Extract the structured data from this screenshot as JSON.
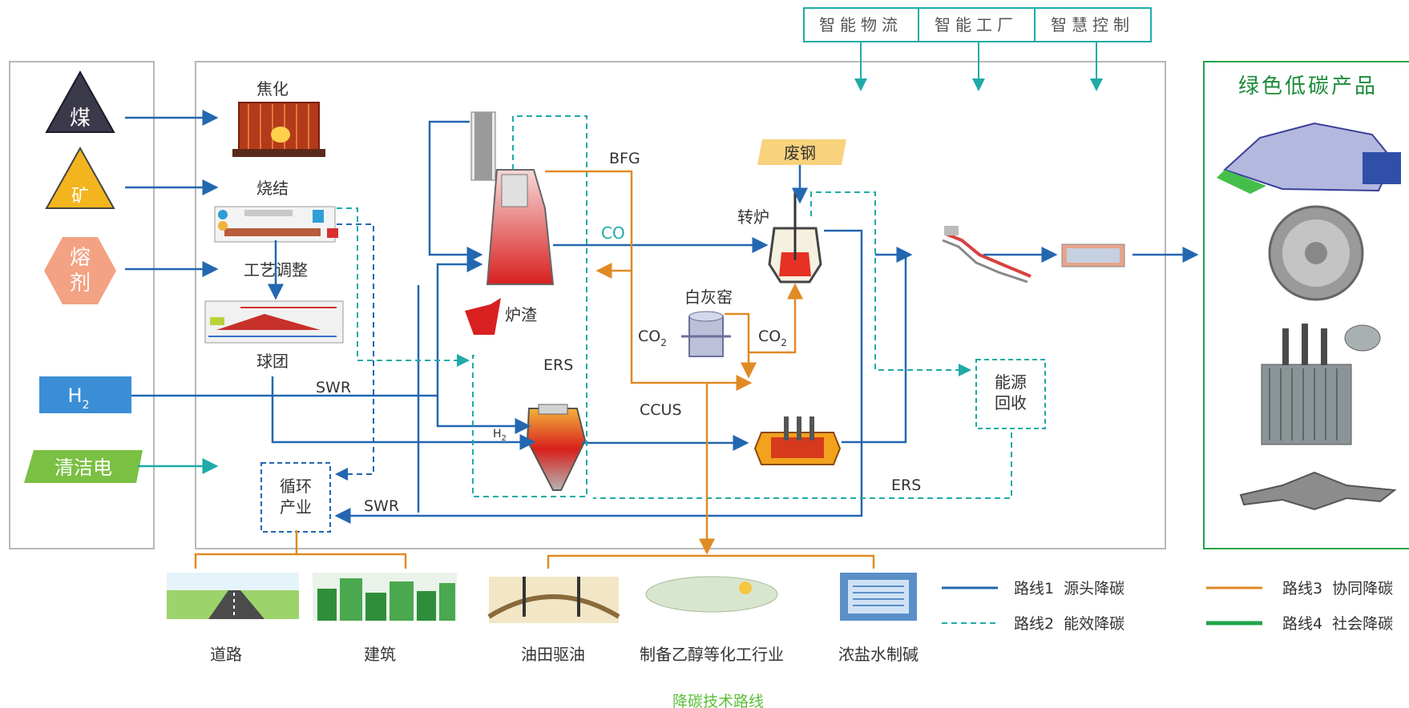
{
  "top_controls": [
    "智能物流",
    "智能工厂",
    "智慧控制"
  ],
  "inputs": {
    "coal": "煤",
    "ore": "矿",
    "flux": [
      "熔",
      "剂"
    ],
    "h2": "H",
    "h2_sub": "2",
    "clean_power": "清洁电"
  },
  "process": {
    "coking": "焦化",
    "sintering": "烧结",
    "adjust": "工艺调整",
    "pellet": "球团",
    "slag": "炉渣",
    "lime_kiln": "白灰窑",
    "converter": "转炉",
    "scrap": "废钢",
    "recycle": [
      "循环",
      "产业"
    ],
    "energy": [
      "能源",
      "回收"
    ]
  },
  "flow_labels": {
    "bfg": "BFG",
    "co": "CO",
    "co2_left": "CO",
    "co2_right": "CO",
    "co2_sub": "2",
    "ers_mid": "ERS",
    "ccus": "CCUS",
    "swr_top": "SWR",
    "swr_bottom": "SWR",
    "ers_bottom": "ERS",
    "shaft_h2": "H",
    "shaft_h2_sub": "2"
  },
  "products_title": "绿色低碳产品",
  "applications": [
    "道路",
    "建筑",
    "油田驱油",
    "制备乙醇等化工行业",
    "浓盐水制碱"
  ],
  "legend": [
    {
      "label": "路线1  源头降碳",
      "color": "#2367b0",
      "style": "solid"
    },
    {
      "label": "路线2  能效降碳",
      "color": "#1faaa8",
      "style": "dashed"
    },
    {
      "label": "路线3  协同降碳",
      "color": "#e08a25",
      "style": "solid"
    },
    {
      "label": "路线4  社会降碳",
      "color": "#1fa44a",
      "style": "solid"
    }
  ],
  "caption": "降碳技术路线",
  "colors": {
    "blue": "#2367b0",
    "teal": "#1faaa8",
    "orange": "#e08a25",
    "green": "#1fa44a",
    "coal": "#3a3a4a",
    "ore": "#f2b51d",
    "flux": "#f3a283",
    "h2_box": "#3b8ed6",
    "clean_power": "#7ac043",
    "scrap_box": "#f8d27c"
  }
}
